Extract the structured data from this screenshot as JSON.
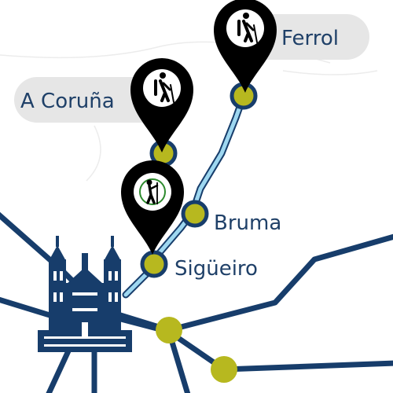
{
  "map": {
    "colors": {
      "road": "#173d6b",
      "route": "#9ed7f0",
      "route_outline": "#173d6b",
      "stop_fill": "#b7b81f",
      "stop_ring": "#173d6b",
      "pin": "#000000",
      "pin_icon_bg": "#ffffff",
      "label_bubble": "#e6e6e6",
      "label_text": "#1f4068"
    },
    "places": [
      {
        "name": "Ferrol",
        "type": "start",
        "icon": "hiker-icon"
      },
      {
        "name": "A Coruña",
        "type": "start",
        "icon": "hiker-icon"
      },
      {
        "name": "Bruma",
        "type": "stop"
      },
      {
        "name": "Sigüeiro",
        "type": "stop",
        "icon": "pilgrim-icon"
      }
    ],
    "landmark": {
      "icon": "cathedral-icon"
    }
  }
}
